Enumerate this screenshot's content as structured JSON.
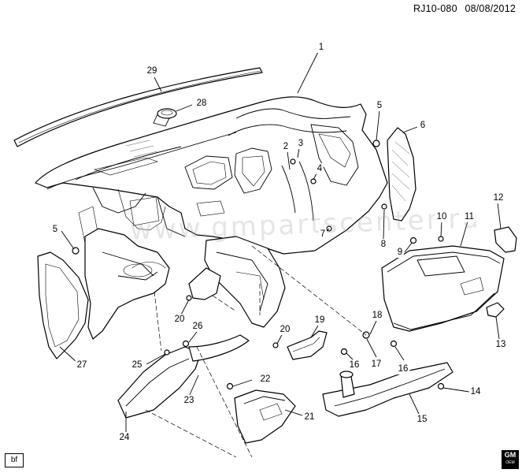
{
  "header": {
    "diagram_code": "RJ10-080",
    "date": "08/08/2012"
  },
  "callouts": [
    {
      "id": "c1",
      "label": "1"
    },
    {
      "id": "c2",
      "label": "2"
    },
    {
      "id": "c3",
      "label": "3"
    },
    {
      "id": "c4",
      "label": "4"
    },
    {
      "id": "c5a",
      "label": "5"
    },
    {
      "id": "c5b",
      "label": "5"
    },
    {
      "id": "c6",
      "label": "6"
    },
    {
      "id": "c7",
      "label": "7"
    },
    {
      "id": "c8",
      "label": "8"
    },
    {
      "id": "c9",
      "label": "9"
    },
    {
      "id": "c10",
      "label": "10"
    },
    {
      "id": "c11",
      "label": "11"
    },
    {
      "id": "c12",
      "label": "12"
    },
    {
      "id": "c13",
      "label": "13"
    },
    {
      "id": "c14",
      "label": "14"
    },
    {
      "id": "c15",
      "label": "15"
    },
    {
      "id": "c16a",
      "label": "16"
    },
    {
      "id": "c16b",
      "label": "16"
    },
    {
      "id": "c17",
      "label": "17"
    },
    {
      "id": "c18",
      "label": "18"
    },
    {
      "id": "c19",
      "label": "19"
    },
    {
      "id": "c20a",
      "label": "20"
    },
    {
      "id": "c20b",
      "label": "20"
    },
    {
      "id": "c21",
      "label": "21"
    },
    {
      "id": "c22",
      "label": "22"
    },
    {
      "id": "c23",
      "label": "23"
    },
    {
      "id": "c24",
      "label": "24"
    },
    {
      "id": "c25",
      "label": "25"
    },
    {
      "id": "c26",
      "label": "26"
    },
    {
      "id": "c27",
      "label": "27"
    },
    {
      "id": "c28",
      "label": "28"
    },
    {
      "id": "c29",
      "label": "29"
    }
  ],
  "footer": {
    "corner_code": "bf",
    "logo_text": "GM",
    "logo_subtext": "OEM"
  },
  "watermark": "www.gmpartscenter.ru"
}
